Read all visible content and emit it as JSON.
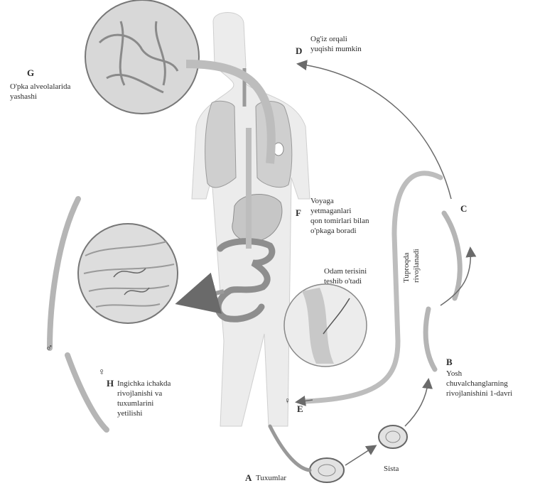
{
  "letters": {
    "a": "A",
    "b": "B",
    "c": "C",
    "d": "D",
    "e": "E",
    "f": "F",
    "g": "G",
    "h": "H"
  },
  "labels": {
    "d_line1": "Og'iz orqali",
    "d_line2": "yuqishi mumkin",
    "g_line1": "O'pka alveolalarida",
    "g_line2": "yashashi",
    "f_line1": "Voyaga",
    "f_line2": "yetmaganlari",
    "f_line3": "qon tomirlari bilan",
    "f_line4": "o'pkaga boradi",
    "skin_line1": "Odam terisini",
    "skin_line2": "teshib o'tadi",
    "soil_line1": "Tuproqda",
    "soil_line2": "rivojlanadi",
    "h_line1": "Ingichka ichakda",
    "h_line2": "rivojlanishi va",
    "h_line3": "tuxumlarini",
    "h_line4": "yetilishi",
    "b_line1": "Yosh",
    "b_line2": "chuvalchanglarning",
    "b_line3": "rivojlanishini 1-davri",
    "a_label": "Tuxumlar",
    "cyst_label": "Sista"
  },
  "symbols": {
    "female": "♀",
    "male": "♂"
  },
  "colors": {
    "line": "#6a6a6a",
    "body_fill": "#ececec",
    "organ_fill": "#d0d0d0",
    "light_fill": "#f3f3f3"
  }
}
